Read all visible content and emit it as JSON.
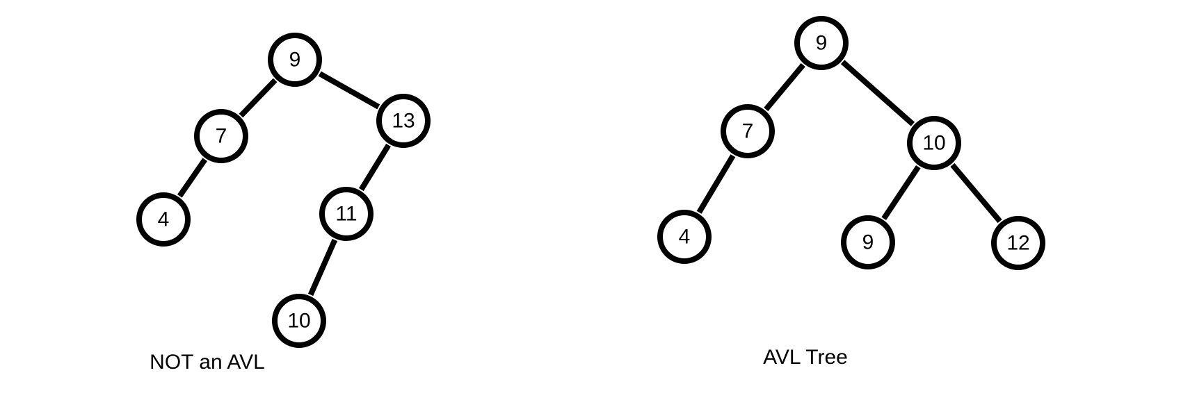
{
  "trees": [
    {
      "caption": "NOT an AVL",
      "nodes": [
        {
          "id": "l-9",
          "label": "9"
        },
        {
          "id": "l-7",
          "label": "7"
        },
        {
          "id": "l-13",
          "label": "13"
        },
        {
          "id": "l-4",
          "label": "4"
        },
        {
          "id": "l-11",
          "label": "11"
        },
        {
          "id": "l-10",
          "label": "10"
        }
      ],
      "edges": [
        {
          "from": "l-9",
          "to": "l-7"
        },
        {
          "from": "l-9",
          "to": "l-13"
        },
        {
          "from": "l-7",
          "to": "l-4"
        },
        {
          "from": "l-13",
          "to": "l-11"
        },
        {
          "from": "l-11",
          "to": "l-10"
        }
      ]
    },
    {
      "caption": "AVL Tree",
      "nodes": [
        {
          "id": "r-9",
          "label": "9"
        },
        {
          "id": "r-7",
          "label": "7"
        },
        {
          "id": "r-10",
          "label": "10"
        },
        {
          "id": "r-4",
          "label": "4"
        },
        {
          "id": "r-9b",
          "label": "9"
        },
        {
          "id": "r-12",
          "label": "12"
        }
      ],
      "edges": [
        {
          "from": "r-9",
          "to": "r-7"
        },
        {
          "from": "r-9",
          "to": "r-10"
        },
        {
          "from": "r-7",
          "to": "r-4"
        },
        {
          "from": "r-10",
          "to": "r-9b"
        },
        {
          "from": "r-10",
          "to": "r-12"
        }
      ]
    }
  ]
}
